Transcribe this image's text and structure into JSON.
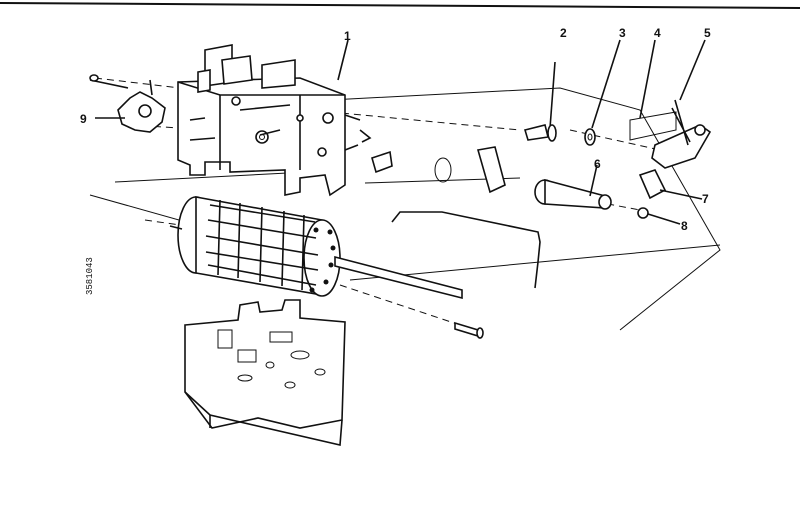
{
  "diagram": {
    "callouts": [
      "1",
      "2",
      "3",
      "4",
      "5",
      "6",
      "7",
      "8",
      "9"
    ],
    "drawing_code": "3581043"
  }
}
